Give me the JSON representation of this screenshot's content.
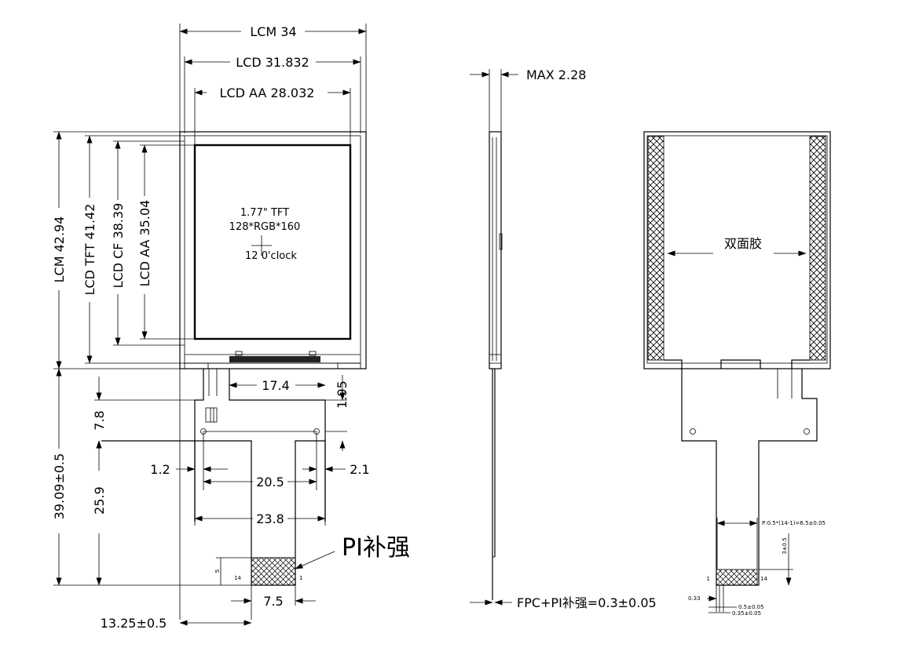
{
  "front": {
    "lcm_w": "LCM 34",
    "lcd_w": "LCD 31.832",
    "aa_w": "LCD AA 28.032",
    "lcm_h": "LCM 42.94",
    "tft_h": "LCD TFT 41.42",
    "cf_h": "LCD CF 38.39",
    "aa_h": "LCD AA 35.04",
    "center_line1": "1.77\" TFT",
    "center_line2": "128*RGB*160",
    "center_line3": "12 0'clock",
    "d_17_4": "17.4",
    "d_1_95": "1.95",
    "d_7_8": "7.8",
    "d_39_09": "39.09±0.5",
    "d_25_9": "25.9",
    "d_1_2": "1.2",
    "d_20_5": "20.5",
    "d_2_1": "2.1",
    "d_23_8": "23.8",
    "pi_label": "PI补强",
    "pin_14": "14",
    "pin_1": "1",
    "d_5": "5",
    "d_7_5": "7.5",
    "d_13_25": "13.25±0.5"
  },
  "side": {
    "max": "MAX 2.28",
    "fpc": "FPC+PI补强=0.3±0.05"
  },
  "back": {
    "tape": "双面胶",
    "pitch": "P:0.5*(14-1)=6.5±0.05",
    "d_3": "3±0.5",
    "pin_1": "1",
    "pin_14": "14",
    "d_033": "0.33",
    "d_05": "0.5±0.05",
    "d_035": "0.35±0.05"
  }
}
